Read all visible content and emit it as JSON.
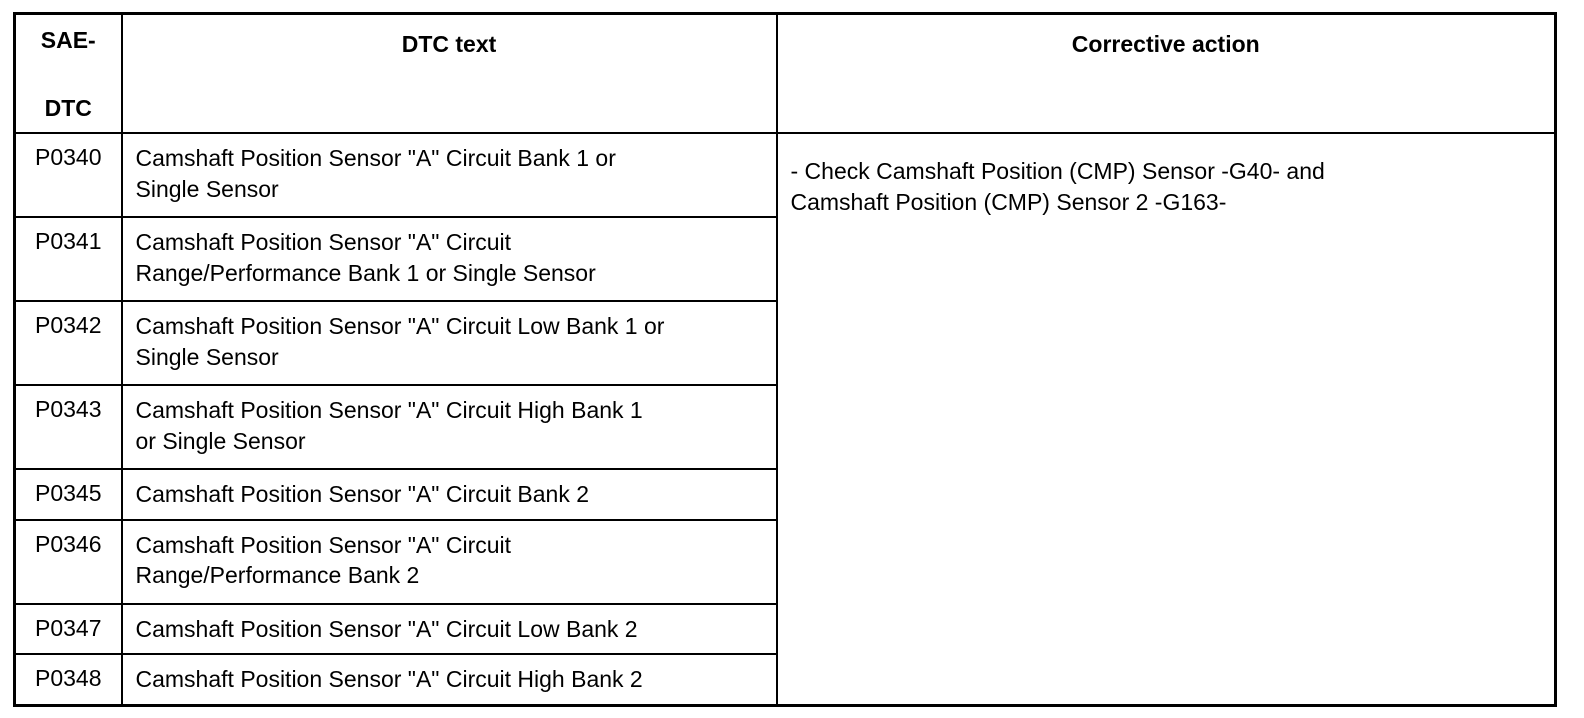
{
  "table": {
    "headers": {
      "sae_dtc_line1": "SAE-",
      "sae_dtc_line2": "DTC",
      "dtc_text": "DTC text",
      "corrective_action": "Corrective action"
    },
    "rows": [
      {
        "code": "P0340",
        "dtc_text_line1": "Camshaft Position Sensor \"A\" Circuit Bank 1 or",
        "dtc_text_line2": "Single Sensor",
        "lines": 2
      },
      {
        "code": "P0341",
        "dtc_text_line1": "Camshaft Position Sensor \"A\" Circuit",
        "dtc_text_line2": "Range/Performance Bank 1 or Single Sensor",
        "lines": 2
      },
      {
        "code": "P0342",
        "dtc_text_line1": "Camshaft Position Sensor \"A\" Circuit Low Bank 1 or",
        "dtc_text_line2": "Single Sensor",
        "lines": 2
      },
      {
        "code": "P0343",
        "dtc_text_line1": "Camshaft Position Sensor \"A\" Circuit High Bank 1",
        "dtc_text_line2": "or Single Sensor",
        "lines": 2
      },
      {
        "code": "P0345",
        "dtc_text_line1": "Camshaft Position Sensor \"A\" Circuit Bank 2",
        "dtc_text_line2": "",
        "lines": 1
      },
      {
        "code": "P0346",
        "dtc_text_line1": "Camshaft Position Sensor \"A\" Circuit",
        "dtc_text_line2": "Range/Performance Bank 2",
        "lines": 2
      },
      {
        "code": "P0347",
        "dtc_text_line1": "Camshaft Position Sensor \"A\" Circuit Low Bank 2",
        "dtc_text_line2": "",
        "lines": 1
      },
      {
        "code": "P0348",
        "dtc_text_line1": "Camshaft Position Sensor \"A\" Circuit High Bank 2",
        "dtc_text_line2": "",
        "lines": 1
      }
    ],
    "corrective_action_cell": {
      "line1": "- Check Camshaft Position (CMP) Sensor -G40- and",
      "line2": "Camshaft Position (CMP) Sensor 2 -G163-"
    },
    "colors": {
      "border": "#000000",
      "text": "#000000",
      "background": "#ffffff"
    }
  }
}
